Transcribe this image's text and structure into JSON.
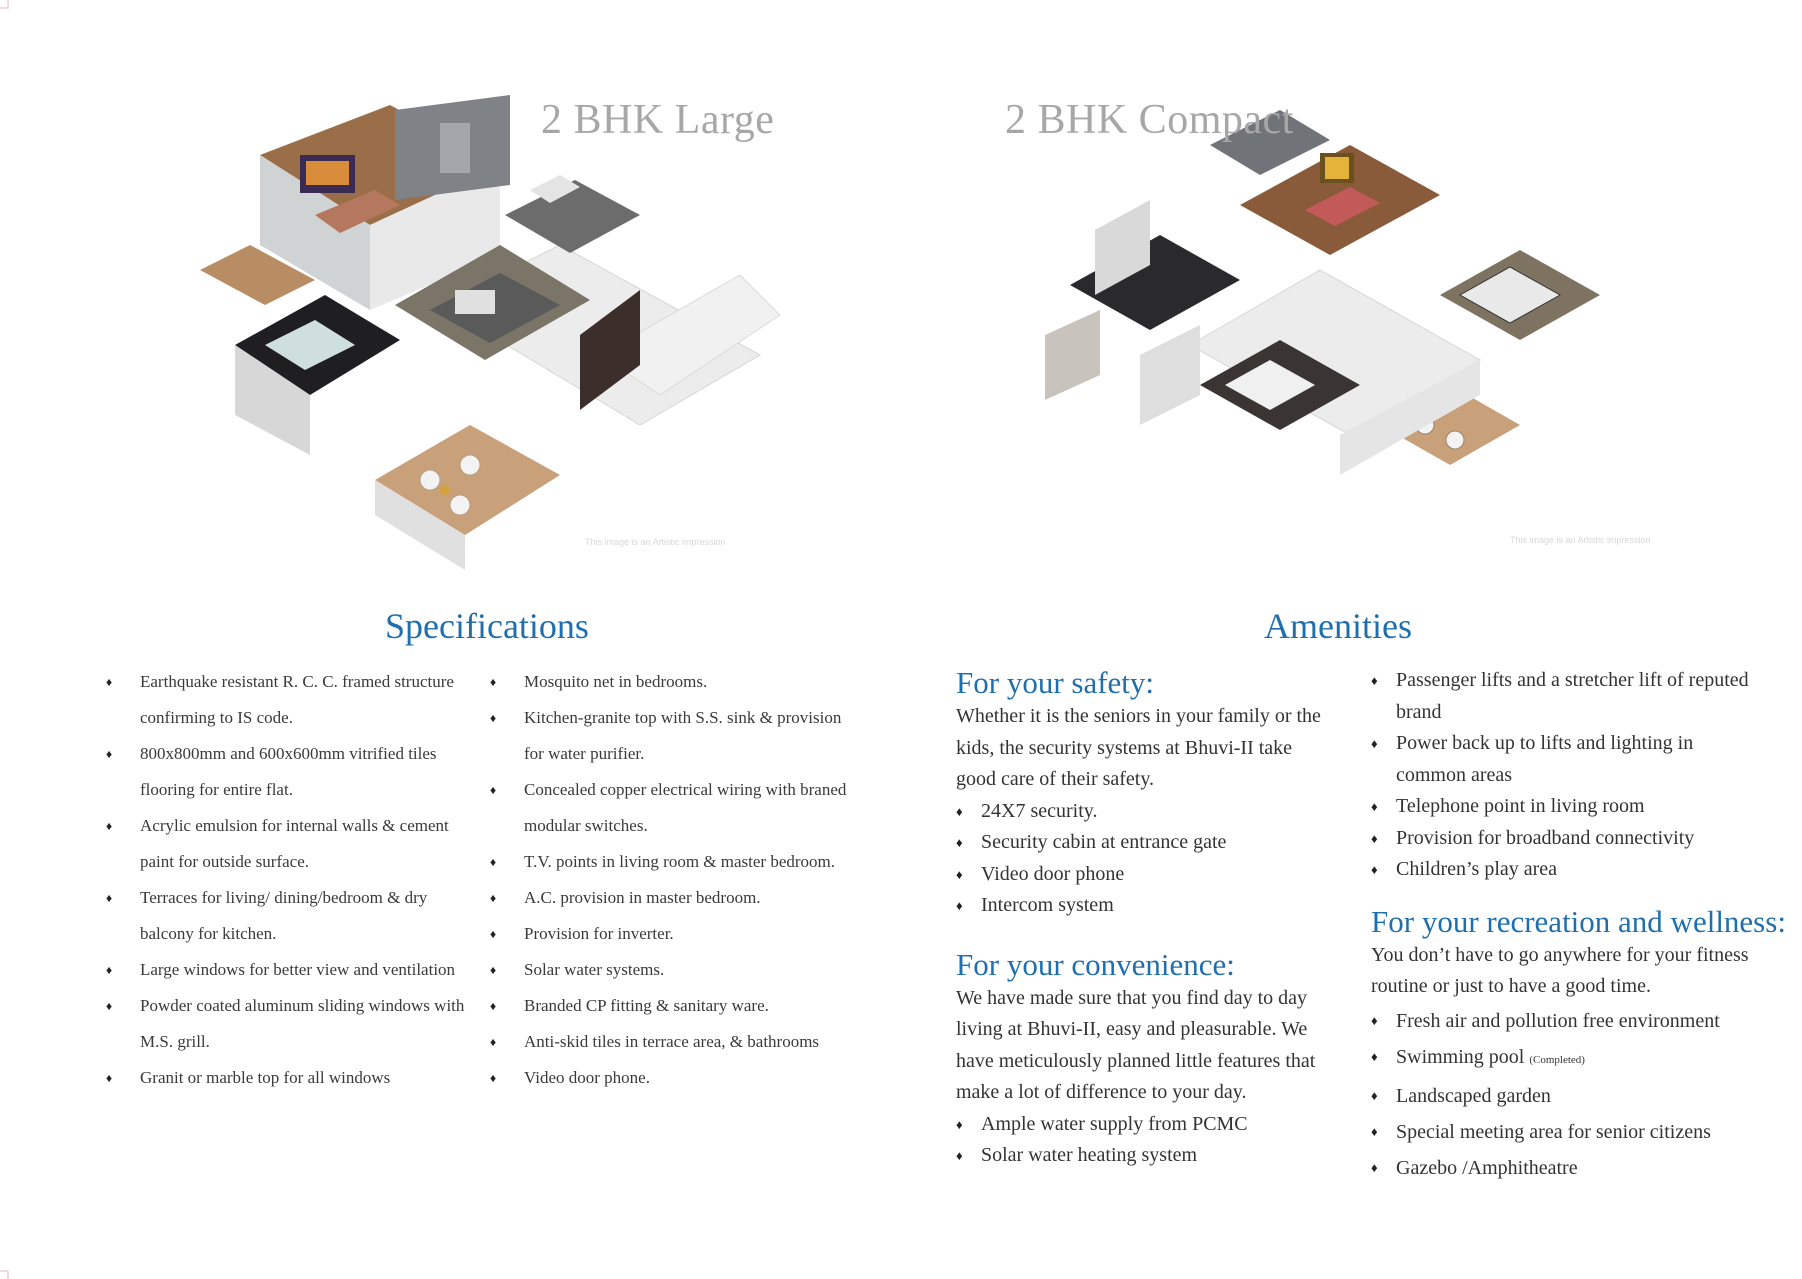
{
  "plans": [
    {
      "title": "2 BHK  Large",
      "watermark": "This image is an Artistic impression"
    },
    {
      "title": "2 BHK Compact",
      "watermark": "This image is an Artistic impression"
    }
  ],
  "specifications": {
    "heading": "Specifications",
    "col1": [
      "Earthquake resistant R. C. C. framed structure confirming to IS code.",
      "800x800mm and 600x600mm vitrified tiles flooring for entire flat.",
      "Acrylic emulsion for internal walls & cement paint for outside surface.",
      "Terraces for living/ dining/bedroom & dry balcony for kitchen.",
      "Large windows for better view and ventilation",
      "Powder coated aluminum sliding windows with M.S. grill.",
      "Granit or marble top for all windows"
    ],
    "col2": [
      "Mosquito net in bedrooms.",
      "Kitchen-granite top with S.S. sink & provision for water purifier.",
      "Concealed copper electrical wiring with braned modular switches.",
      "T.V. points in living room & master bedroom.",
      "A.C. provision in master bedroom.",
      "Provision for inverter.",
      "Solar water systems.",
      "Branded CP fitting & sanitary ware.",
      "Anti-skid tiles in terrace area, &  bathrooms",
      "Video door phone."
    ]
  },
  "amenities": {
    "heading": "Amenities",
    "safety": {
      "title": "For your safety:",
      "text": "Whether it is the seniors in your family or the kids, the security systems at Bhuvi-II take good care of their safety.",
      "items": [
        "24X7 security.",
        "Security cabin at entrance gate",
        "Video door phone",
        "Intercom system"
      ]
    },
    "convenience": {
      "title": "For your convenience:",
      "text": "We have made sure that you find day to day living at Bhuvi-II, easy and pleasurable. We have meticulously planned little features that make a lot of difference to your day.",
      "items": [
        "Ample water supply from PCMC",
        "Solar water heating system"
      ]
    },
    "general_items": [
      "Passenger lifts and a stretcher lift of reputed brand",
      "Power back up to lifts and lighting in common areas",
      "Telephone point in living room",
      "Provision for broadband connectivity",
      "Children’s play area"
    ],
    "recreation": {
      "title": "For your recreation and wellness:",
      "text": "You don’t have to go anywhere for your fitness routine or just to have a good time.",
      "items": [
        "Fresh air and pollution free environment",
        "Swimming pool",
        "Landscaped garden",
        "Special meeting area for senior citizens",
        "Gazebo /Amphitheatre"
      ],
      "pool_note": "(Completed)"
    }
  },
  "colors": {
    "accent": "#1f6fae",
    "plan_title": "#a7a7a7",
    "text": "#333333"
  }
}
